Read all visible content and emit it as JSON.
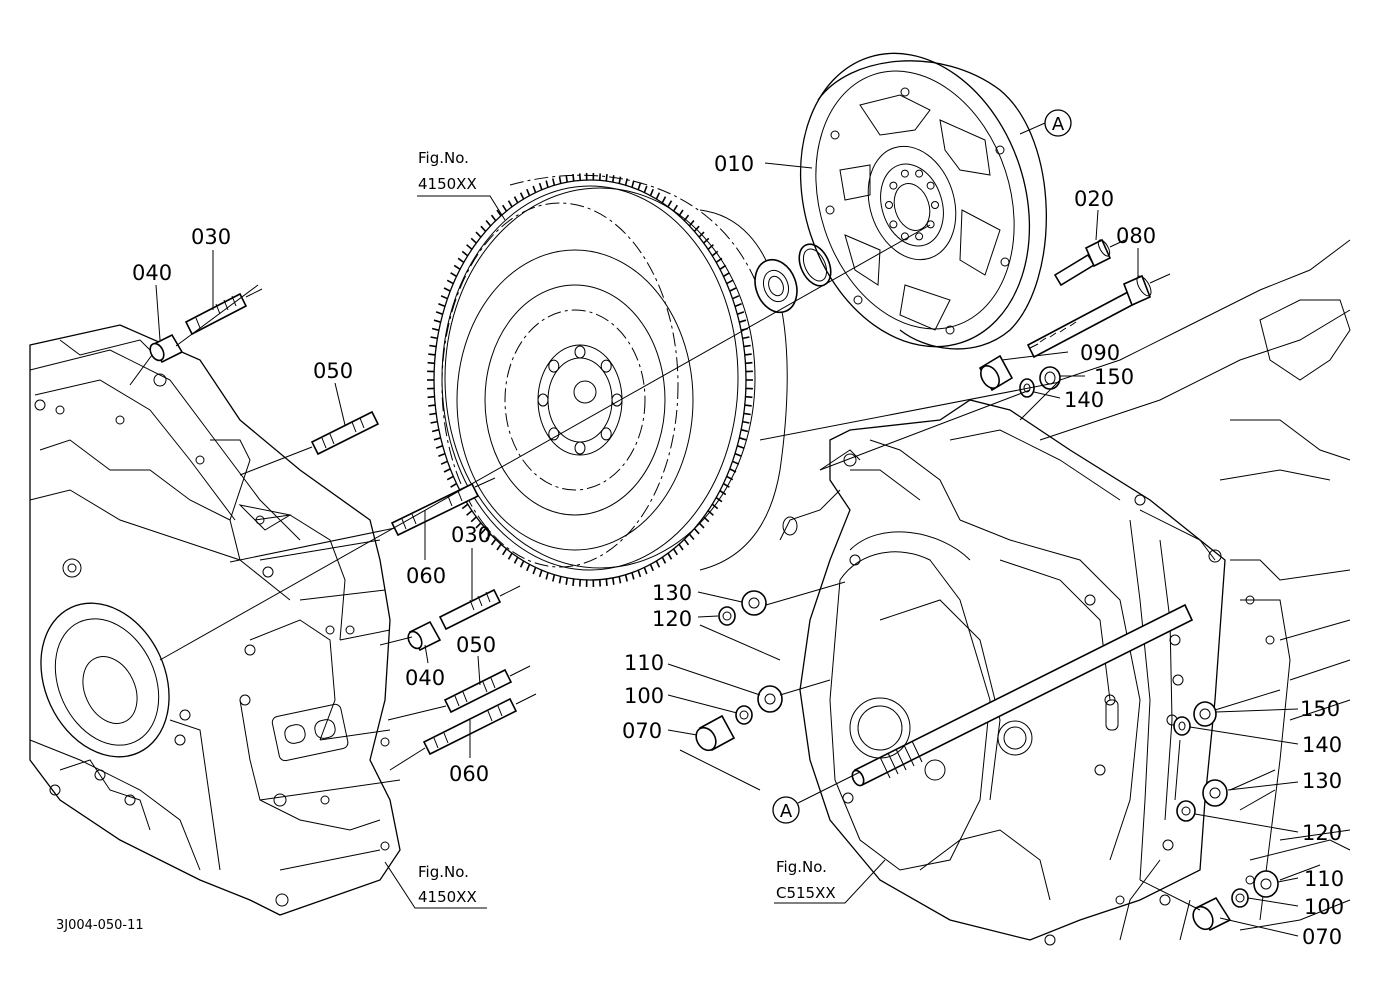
{
  "diagram": {
    "drawing_code": "3J004-050-11",
    "fig_refs": [
      {
        "id": "fig-top",
        "prefix": "Fig.No.",
        "number": "4150XX"
      },
      {
        "id": "fig-bottom-left",
        "prefix": "Fig.No.",
        "number": "4150XX"
      },
      {
        "id": "fig-bottom-right",
        "prefix": "Fig.No.",
        "number": "C515XX"
      }
    ],
    "callouts": [
      {
        "id": "callout-a-top",
        "letter": "A"
      },
      {
        "id": "callout-a-bottom",
        "letter": "A"
      }
    ],
    "part_labels": [
      "010",
      "020",
      "080",
      "090",
      "150",
      "140",
      "030",
      "040",
      "050",
      "060",
      "030",
      "040",
      "050",
      "060",
      "130",
      "120",
      "110",
      "100",
      "070",
      "150",
      "140",
      "130",
      "120",
      "110",
      "100",
      "070"
    ]
  }
}
